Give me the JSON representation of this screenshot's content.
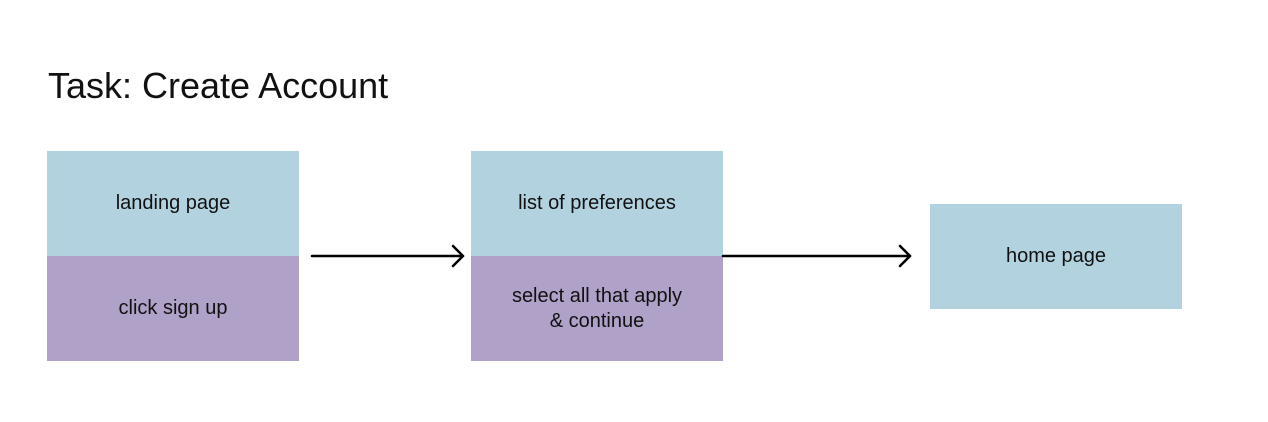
{
  "title": "Task: Create Account",
  "steps": [
    {
      "screen": "landing page",
      "action": "click sign up"
    },
    {
      "screen": "list of preferences",
      "action": "select all that apply & continue"
    },
    {
      "screen": "home page"
    }
  ],
  "colors": {
    "screen_fill": "#b3d2e0",
    "action_fill": "#b0a1c8",
    "text": "#111111",
    "arrow": "#000000"
  }
}
